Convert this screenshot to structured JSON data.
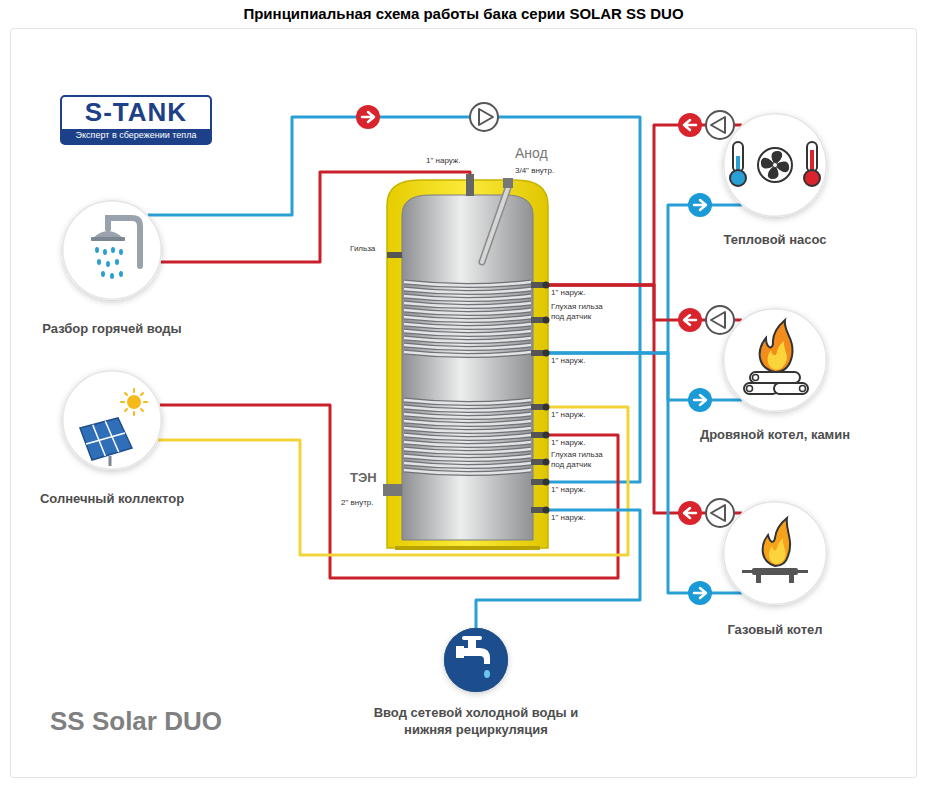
{
  "diagram": {
    "title": "Принципиальная схема работы бака серии SOLAR SS DUO",
    "nodes": [
      {
        "text": [
          "S-TANK",
          "Эксперт в сбережении тепла"
        ]
      },
      {
        "text": [
          "Разбор горячей воды"
        ]
      },
      {
        "text": [
          "Солнечный коллектор"
        ]
      },
      {
        "text": [
          "1\" наруж.",
          "Анод",
          "3/4\" внутр.",
          "Гильза",
          "1\" наруж.",
          "Глухая гильза под датчик",
          "1\" наруж.",
          "1\" наруж.",
          "1\" наруж.",
          "Глухая гильза под датчик",
          "1\" наруж.",
          "1\" наруж.",
          "ТЭН",
          "2\" внутр."
        ]
      },
      {
        "text": [
          "Тепловой насос"
        ]
      },
      {
        "text": [
          "Дровяной котел, камин"
        ]
      },
      {
        "text": [
          "Газовый котел"
        ]
      },
      {
        "text": [
          "Ввод сетевой холодной воды и нижняя рециркуляция"
        ]
      }
    ],
    "edges": [
      {
        "from": 3,
        "to": 1,
        "arrow": "none"
      },
      {
        "from": 1,
        "to": 3,
        "arrow": "none"
      },
      {
        "from": 2,
        "to": 3,
        "arrow": "none"
      },
      {
        "from": 3,
        "to": 2,
        "arrow": "none"
      },
      {
        "from": 4,
        "to": 3,
        "arrow": "none"
      },
      {
        "from": 3,
        "to": 4,
        "arrow": "none"
      },
      {
        "from": 5,
        "to": 3,
        "arrow": "none"
      },
      {
        "from": 3,
        "to": 5,
        "arrow": "none"
      },
      {
        "from": 6,
        "to": 3,
        "arrow": "none"
      },
      {
        "from": 3,
        "to": 6,
        "arrow": "none"
      },
      {
        "from": 7,
        "to": 3,
        "arrow": "none"
      }
    ],
    "labels": [
      "SS Solar DUO"
    ]
  }
}
